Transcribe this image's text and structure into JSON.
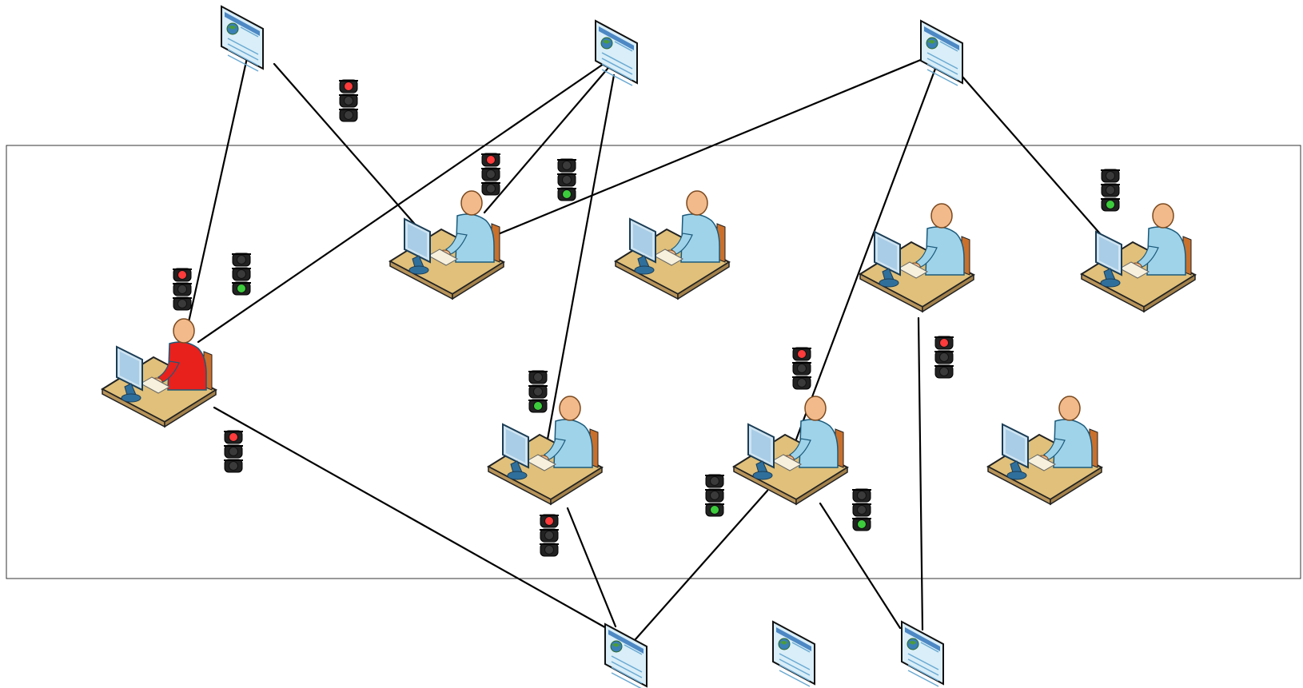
{
  "diagram": {
    "boundary": "zone",
    "colors": {
      "line": "#000000",
      "light_red": "#ff3b3b",
      "light_green": "#3ccc3c",
      "light_off": "#3a3a3a",
      "user_normal": "#9fd3ea",
      "user_alert": "#e8211d",
      "desk": "#e0c07a",
      "web_page": "#bfe3f4"
    },
    "web_pages": [
      {
        "id": "web-page-1",
        "icon": "web-page-icon"
      },
      {
        "id": "web-page-2",
        "icon": "web-page-icon"
      },
      {
        "id": "web-page-3",
        "icon": "web-page-icon"
      },
      {
        "id": "web-page-4",
        "icon": "web-page-icon"
      },
      {
        "id": "web-page-5",
        "icon": "web-page-icon"
      },
      {
        "id": "web-page-6",
        "icon": "web-page-icon"
      }
    ],
    "workstations": [
      {
        "id": "user-1",
        "icon": "user-workstation-icon",
        "state": "alert"
      },
      {
        "id": "user-2",
        "icon": "user-workstation-icon",
        "state": "normal"
      },
      {
        "id": "user-3",
        "icon": "user-workstation-icon",
        "state": "normal"
      },
      {
        "id": "user-4",
        "icon": "user-workstation-icon",
        "state": "normal"
      },
      {
        "id": "user-5",
        "icon": "user-workstation-icon",
        "state": "normal"
      },
      {
        "id": "user-6",
        "icon": "user-workstation-icon",
        "state": "normal"
      },
      {
        "id": "user-7",
        "icon": "user-workstation-icon",
        "state": "normal"
      },
      {
        "id": "user-8",
        "icon": "user-workstation-icon",
        "state": "normal"
      }
    ],
    "traffic_lights": [
      {
        "id": "tl-1",
        "active": "red"
      },
      {
        "id": "tl-2",
        "active": "green"
      },
      {
        "id": "tl-3",
        "active": "red"
      },
      {
        "id": "tl-4",
        "active": "red"
      },
      {
        "id": "tl-5",
        "active": "green"
      },
      {
        "id": "tl-6",
        "active": "red"
      },
      {
        "id": "tl-7",
        "active": "green"
      },
      {
        "id": "tl-8",
        "active": "red"
      },
      {
        "id": "tl-9",
        "active": "red"
      },
      {
        "id": "tl-10",
        "active": "green"
      },
      {
        "id": "tl-11",
        "active": "green"
      },
      {
        "id": "tl-12",
        "active": "red"
      },
      {
        "id": "tl-13",
        "active": "green"
      }
    ],
    "connections": [
      {
        "from": "web-page-1",
        "to": "user-1"
      },
      {
        "from": "web-page-1",
        "to": "user-2"
      },
      {
        "from": "web-page-2",
        "to": "user-1"
      },
      {
        "from": "web-page-2",
        "to": "user-2"
      },
      {
        "from": "web-page-2",
        "to": "user-5"
      },
      {
        "from": "web-page-3",
        "to": "user-2"
      },
      {
        "from": "web-page-3",
        "to": "user-6"
      },
      {
        "from": "web-page-3",
        "to": "user-8"
      },
      {
        "from": "web-page-4",
        "to": "user-1"
      },
      {
        "from": "web-page-4",
        "to": "user-5"
      },
      {
        "from": "web-page-4",
        "to": "user-6"
      },
      {
        "from": "web-page-6",
        "to": "user-4"
      },
      {
        "from": "web-page-6",
        "to": "user-6"
      }
    ]
  }
}
